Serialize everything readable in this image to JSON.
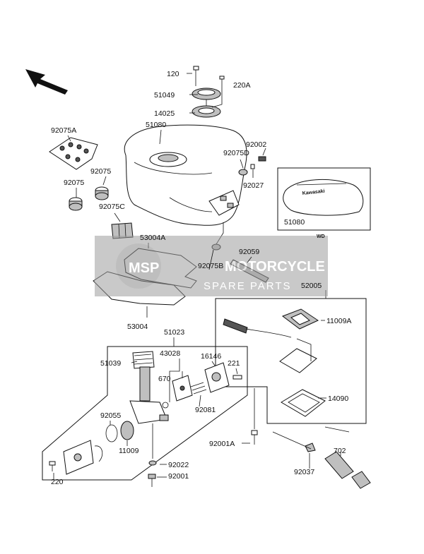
{
  "diagram": {
    "labels": {
      "l120": "120",
      "l220A": "220A",
      "l51049": "51049",
      "l14025": "14025",
      "l51080": "51080",
      "l92075A": "92075A",
      "l92002": "92002",
      "l92075D": "92075D",
      "l92075": "92075",
      "l92075b2": "92075",
      "l92027": "92027",
      "l92075C": "92075C",
      "l53004A": "53004A",
      "l92059": "92059",
      "l92075B": "92075B",
      "l52005": "52005",
      "l11009A": "11009A",
      "l53004": "53004",
      "l51023": "51023",
      "l43028": "43028",
      "l16146": "16146",
      "l51039": "51039",
      "l670": "670",
      "l221": "221",
      "l92081": "92081",
      "l14090": "14090",
      "l92055": "92055",
      "l11009": "11009",
      "l92001A": "92001A",
      "l702": "702",
      "l92022": "92022",
      "l92037": "92037",
      "l220": "220",
      "l92001": "92001"
    },
    "inset": {
      "part_label": "51080",
      "region_code": "WD",
      "logo_text": "Kawasaki"
    },
    "watermark": {
      "main": "MOTORCYCLE",
      "sub": "SPARE PARTS",
      "logo": "MSP"
    },
    "colors": {
      "line": "#111111",
      "watermark": "#b4b4b4"
    }
  }
}
